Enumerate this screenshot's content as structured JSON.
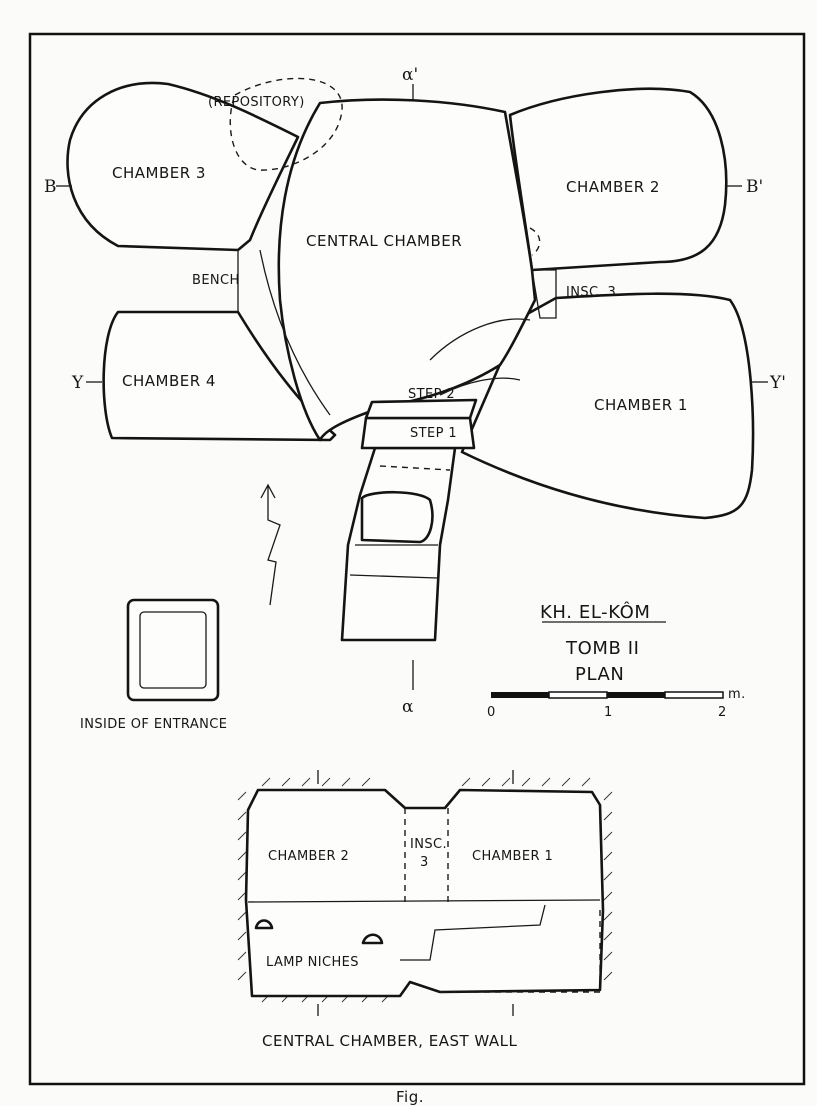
{
  "labels": {
    "repository": "(REPOSITORY)",
    "chamber3": "CHAMBER 3",
    "chamber2": "CHAMBER 2",
    "central": "CENTRAL CHAMBER",
    "bench": "BENCH",
    "insc3": "INSC. 3",
    "chamber4": "CHAMBER 4",
    "chamber1": "CHAMBER 1",
    "step2": "STEP 2",
    "step1": "STEP 1",
    "inside_entrance": "INSIDE OF ENTRANCE",
    "alpha_top": "α'",
    "alpha_bottom": "α",
    "beta_left": "B",
    "beta_right": "B'",
    "gamma_left": "Y",
    "gamma_right": "Y'"
  },
  "title": {
    "site": "KH. EL-KÔM",
    "tomb": "TOMB II",
    "plan": "PLAN"
  },
  "scale": {
    "unit": "m.",
    "tick0": "0",
    "tick1": "1",
    "tick2": "2"
  },
  "elevation": {
    "chamber2": "CHAMBER 2",
    "insc": "INSC.",
    "insc_num": "3",
    "chamber1": "CHAMBER 1",
    "lamp_niches": "LAMP NICHES",
    "caption": "CENTRAL CHAMBER, EAST WALL"
  },
  "footer": "Fig."
}
